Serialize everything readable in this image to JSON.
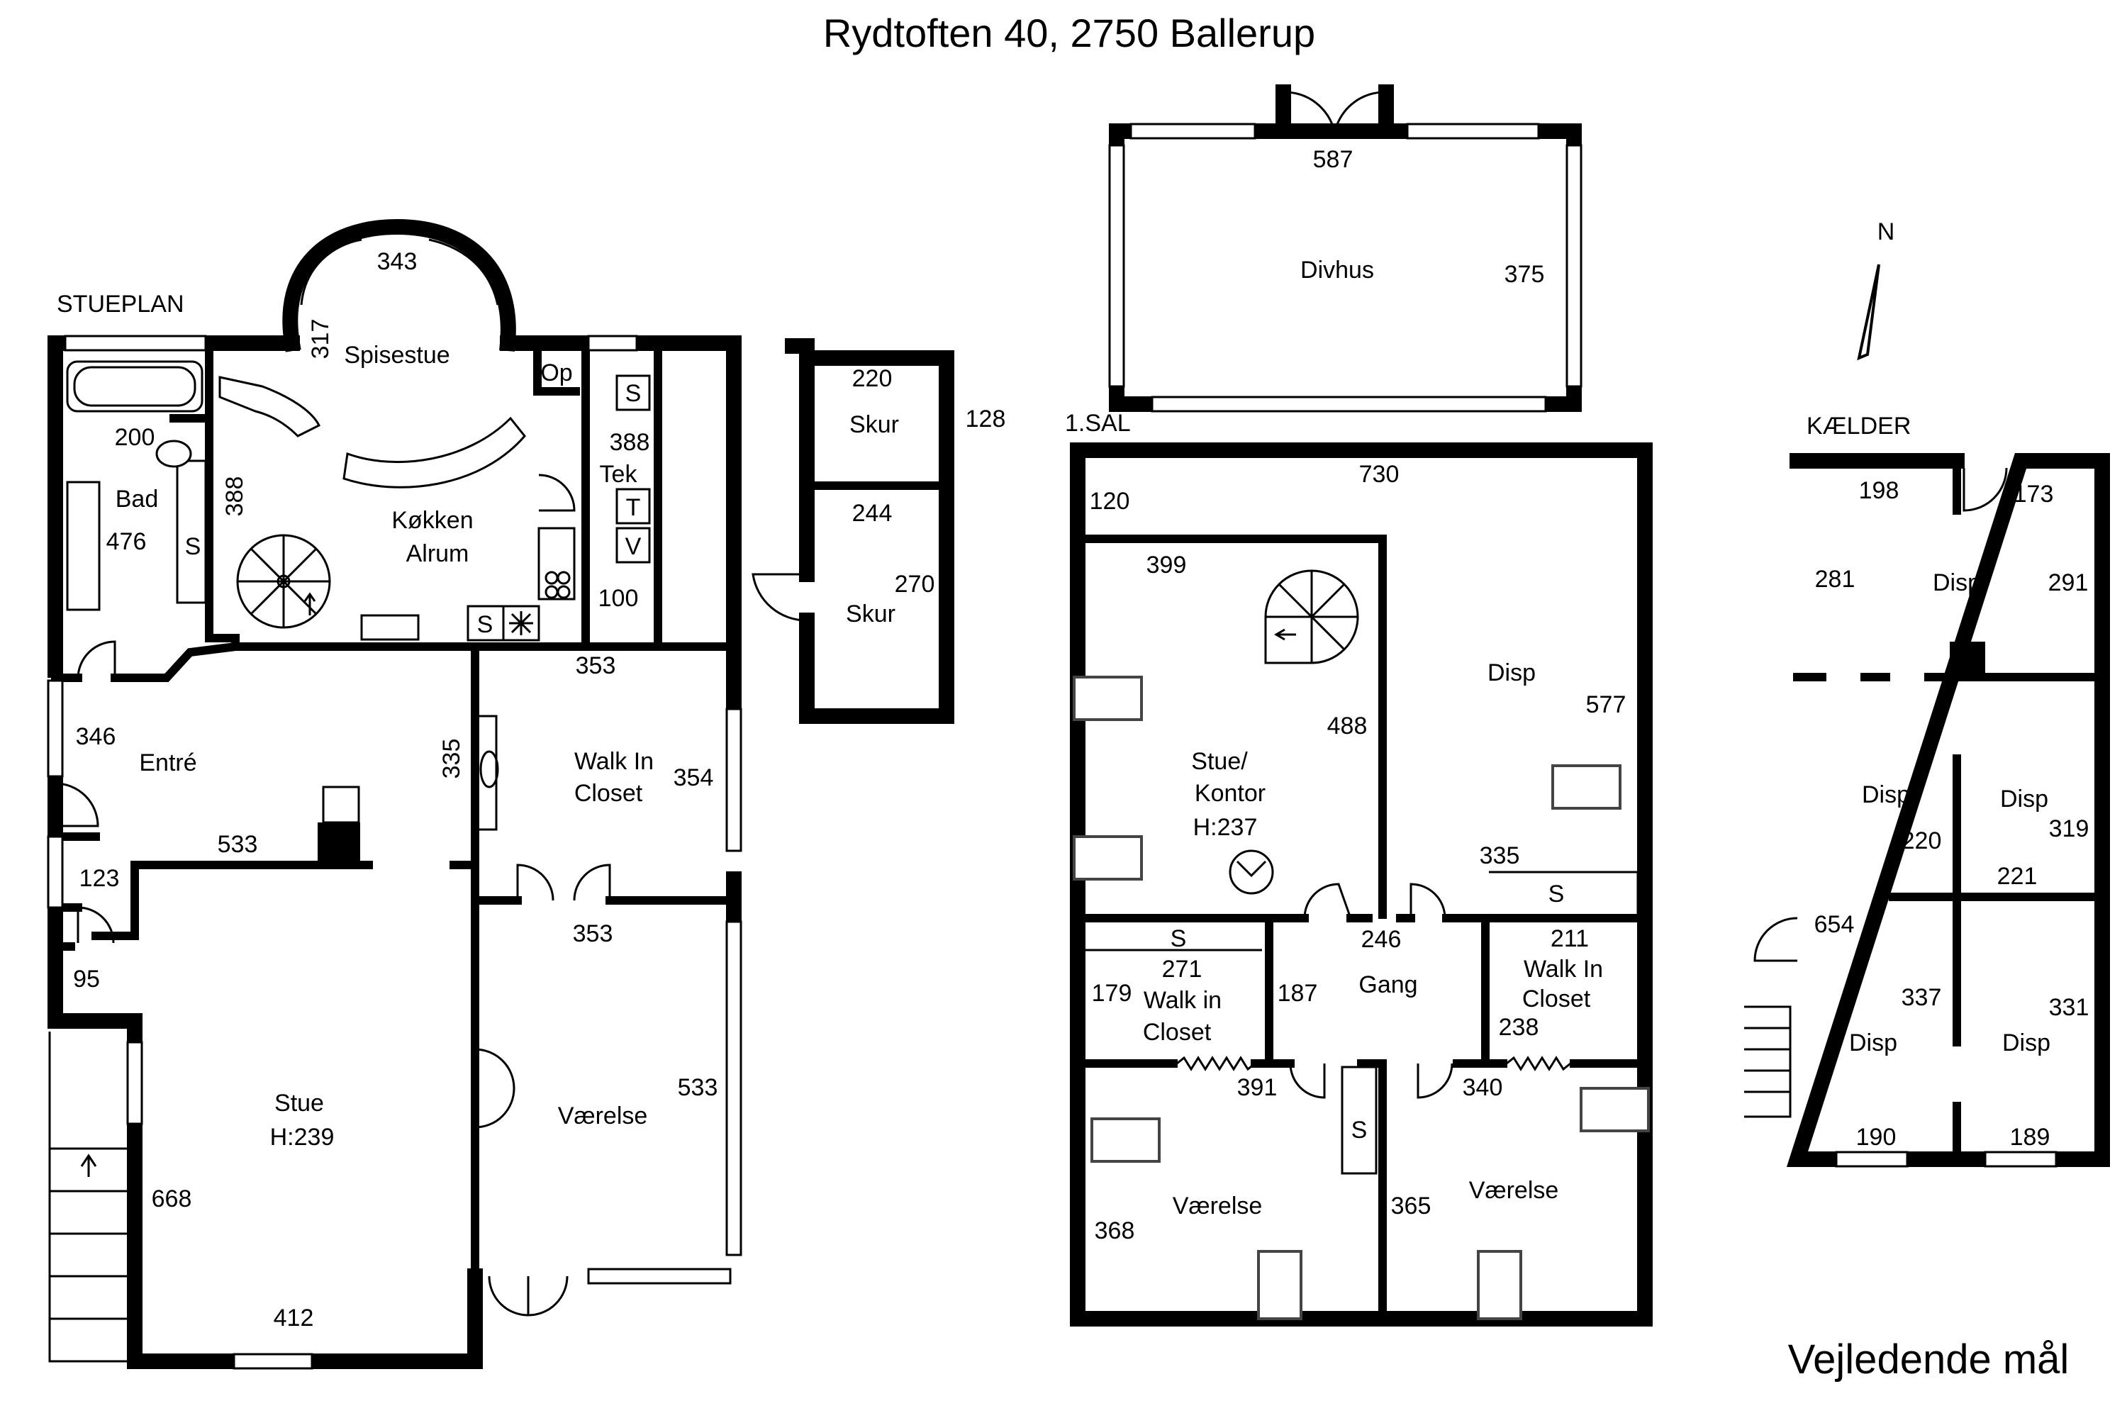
{
  "title": "Rydtoften 40, 2750 Ballerup",
  "footer": "Vejledende mål",
  "compass": "N",
  "floors": {
    "stueplan": {
      "label": "STUEPLAN",
      "rooms": {
        "spisestue": "Spisestue",
        "kokken": "Køkken",
        "alrum": "Alrum",
        "bad": "Bad",
        "tek": "Tek",
        "op": "Op",
        "entre": "Entré",
        "stue": "Stue",
        "stue_height": "H:239",
        "walkin_1": "Walk In",
        "walkin_2": "Closet",
        "vaerelse": "Værelse"
      },
      "dims": {
        "d343": "343",
        "d317": "317",
        "d200": "200",
        "d476": "476",
        "d388a": "388",
        "d388b": "388",
        "d100": "100",
        "d353a": "353",
        "d346": "346",
        "d335": "335",
        "d354": "354",
        "d533a": "533",
        "d123": "123",
        "d95": "95",
        "d353b": "353",
        "d533b": "533",
        "d668": "668",
        "d412": "412"
      },
      "fixtures": {
        "s1": "S",
        "s2": "S",
        "s3": "S",
        "t": "T",
        "v": "V"
      }
    },
    "skur": {
      "rooms": {
        "skur1": "Skur",
        "skur2": "Skur"
      },
      "dims": {
        "d220": "220",
        "d128": "128",
        "d244": "244",
        "d270": "270"
      }
    },
    "divhus": {
      "rooms": {
        "divhus": "Divhus"
      },
      "dims": {
        "d587": "587",
        "d375": "375"
      }
    },
    "sal": {
      "label": "1.SAL",
      "rooms": {
        "stue_1": "Stue/",
        "stue_2": "Kontor",
        "stue_height": "H:237",
        "disp": "Disp",
        "gang": "Gang",
        "walkin_left_1": "Walk in",
        "walkin_left_2": "Closet",
        "walkin_right_1": "Walk In",
        "walkin_right_2": "Closet",
        "vaerelse_left": "Værelse",
        "vaerelse_right": "Værelse"
      },
      "dims": {
        "d730": "730",
        "d120": "120",
        "d399": "399",
        "d488": "488",
        "d577": "577",
        "d335": "335",
        "d246": "246",
        "d211": "211",
        "d271": "271",
        "d179": "179",
        "d187": "187",
        "d238": "238",
        "d391": "391",
        "d340": "340",
        "d368": "368",
        "d365": "365"
      },
      "fixtures": {
        "s1": "S",
        "s2": "S",
        "s3": "S"
      }
    },
    "kaelder": {
      "label": "KÆLDER",
      "rooms": {
        "disp_top": "Disp",
        "disp_ml": "Disp",
        "disp_mr": "Disp",
        "disp_bl": "Disp",
        "disp_br": "Disp"
      },
      "dims": {
        "d198": "198",
        "d173": "173",
        "d281": "281",
        "d291": "291",
        "d220": "220",
        "d319": "319",
        "d221": "221",
        "d654": "654",
        "d337": "337",
        "d331": "331",
        "d190": "190",
        "d189": "189"
      }
    }
  }
}
